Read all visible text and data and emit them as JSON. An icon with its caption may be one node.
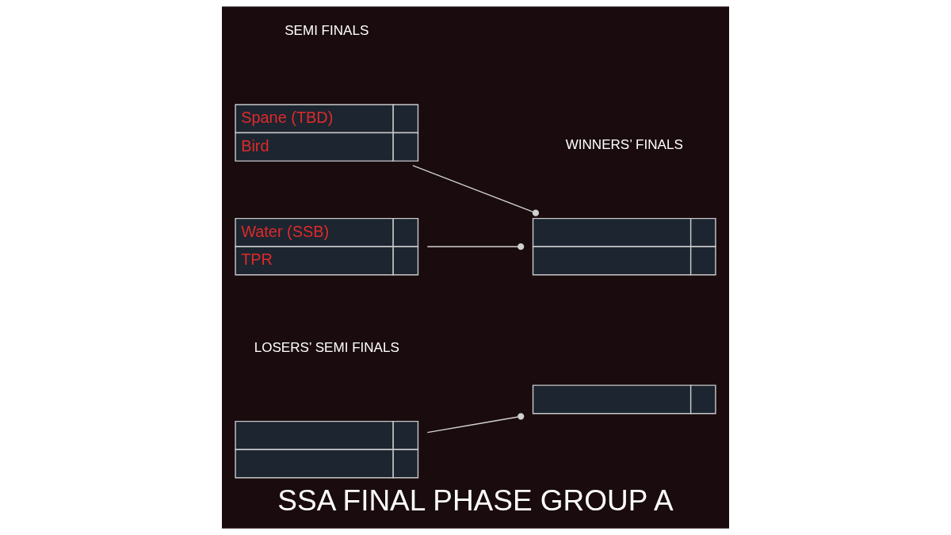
{
  "diagram": {
    "title": "SSA FINAL PHASE GROUP A",
    "nodes": [
      {
        "text": [
          "Spane (TBD)",
          "Bird"
        ]
      },
      {
        "text": [
          "Water (SSB)",
          "TPR"
        ]
      },
      {
        "text": [],
        "shape": "box"
      },
      {
        "text": [],
        "shape": "box"
      },
      {
        "text": [],
        "shape": "box"
      }
    ],
    "edges": [
      {
        "from": 0,
        "to": 2,
        "arrow": "other"
      },
      {
        "from": 1,
        "to": 2,
        "arrow": "other"
      },
      {
        "from": 3,
        "to": 4,
        "arrow": "other"
      }
    ],
    "labels": [
      "SEMI FINALS",
      "WINNERS’ FINALS",
      "LOSERS’ SEMI FINALS"
    ]
  }
}
